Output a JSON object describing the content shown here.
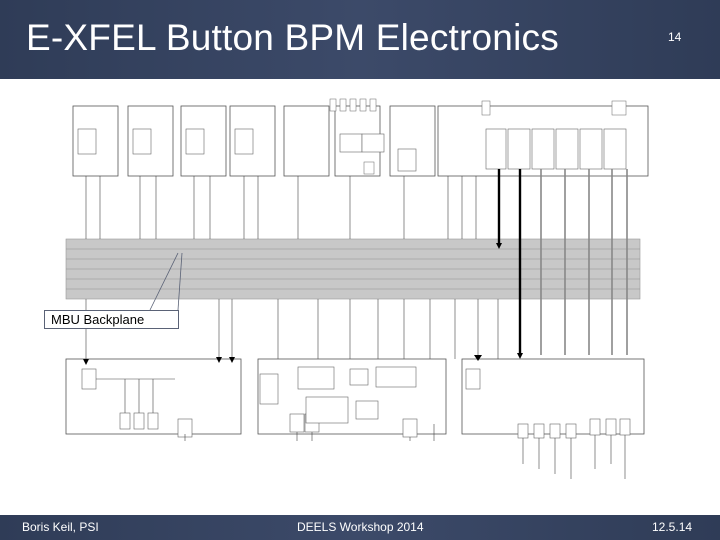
{
  "header": {
    "title": "E-XFEL Button BPM Electronics",
    "slide_number": "14"
  },
  "footer": {
    "author": "Boris Keil, PSI",
    "event": "DEELS Workshop 2014",
    "date": "12.5.14"
  },
  "diagram": {
    "callout_label": "MBU Backplane",
    "backplane_color": "#c8c8c8"
  }
}
